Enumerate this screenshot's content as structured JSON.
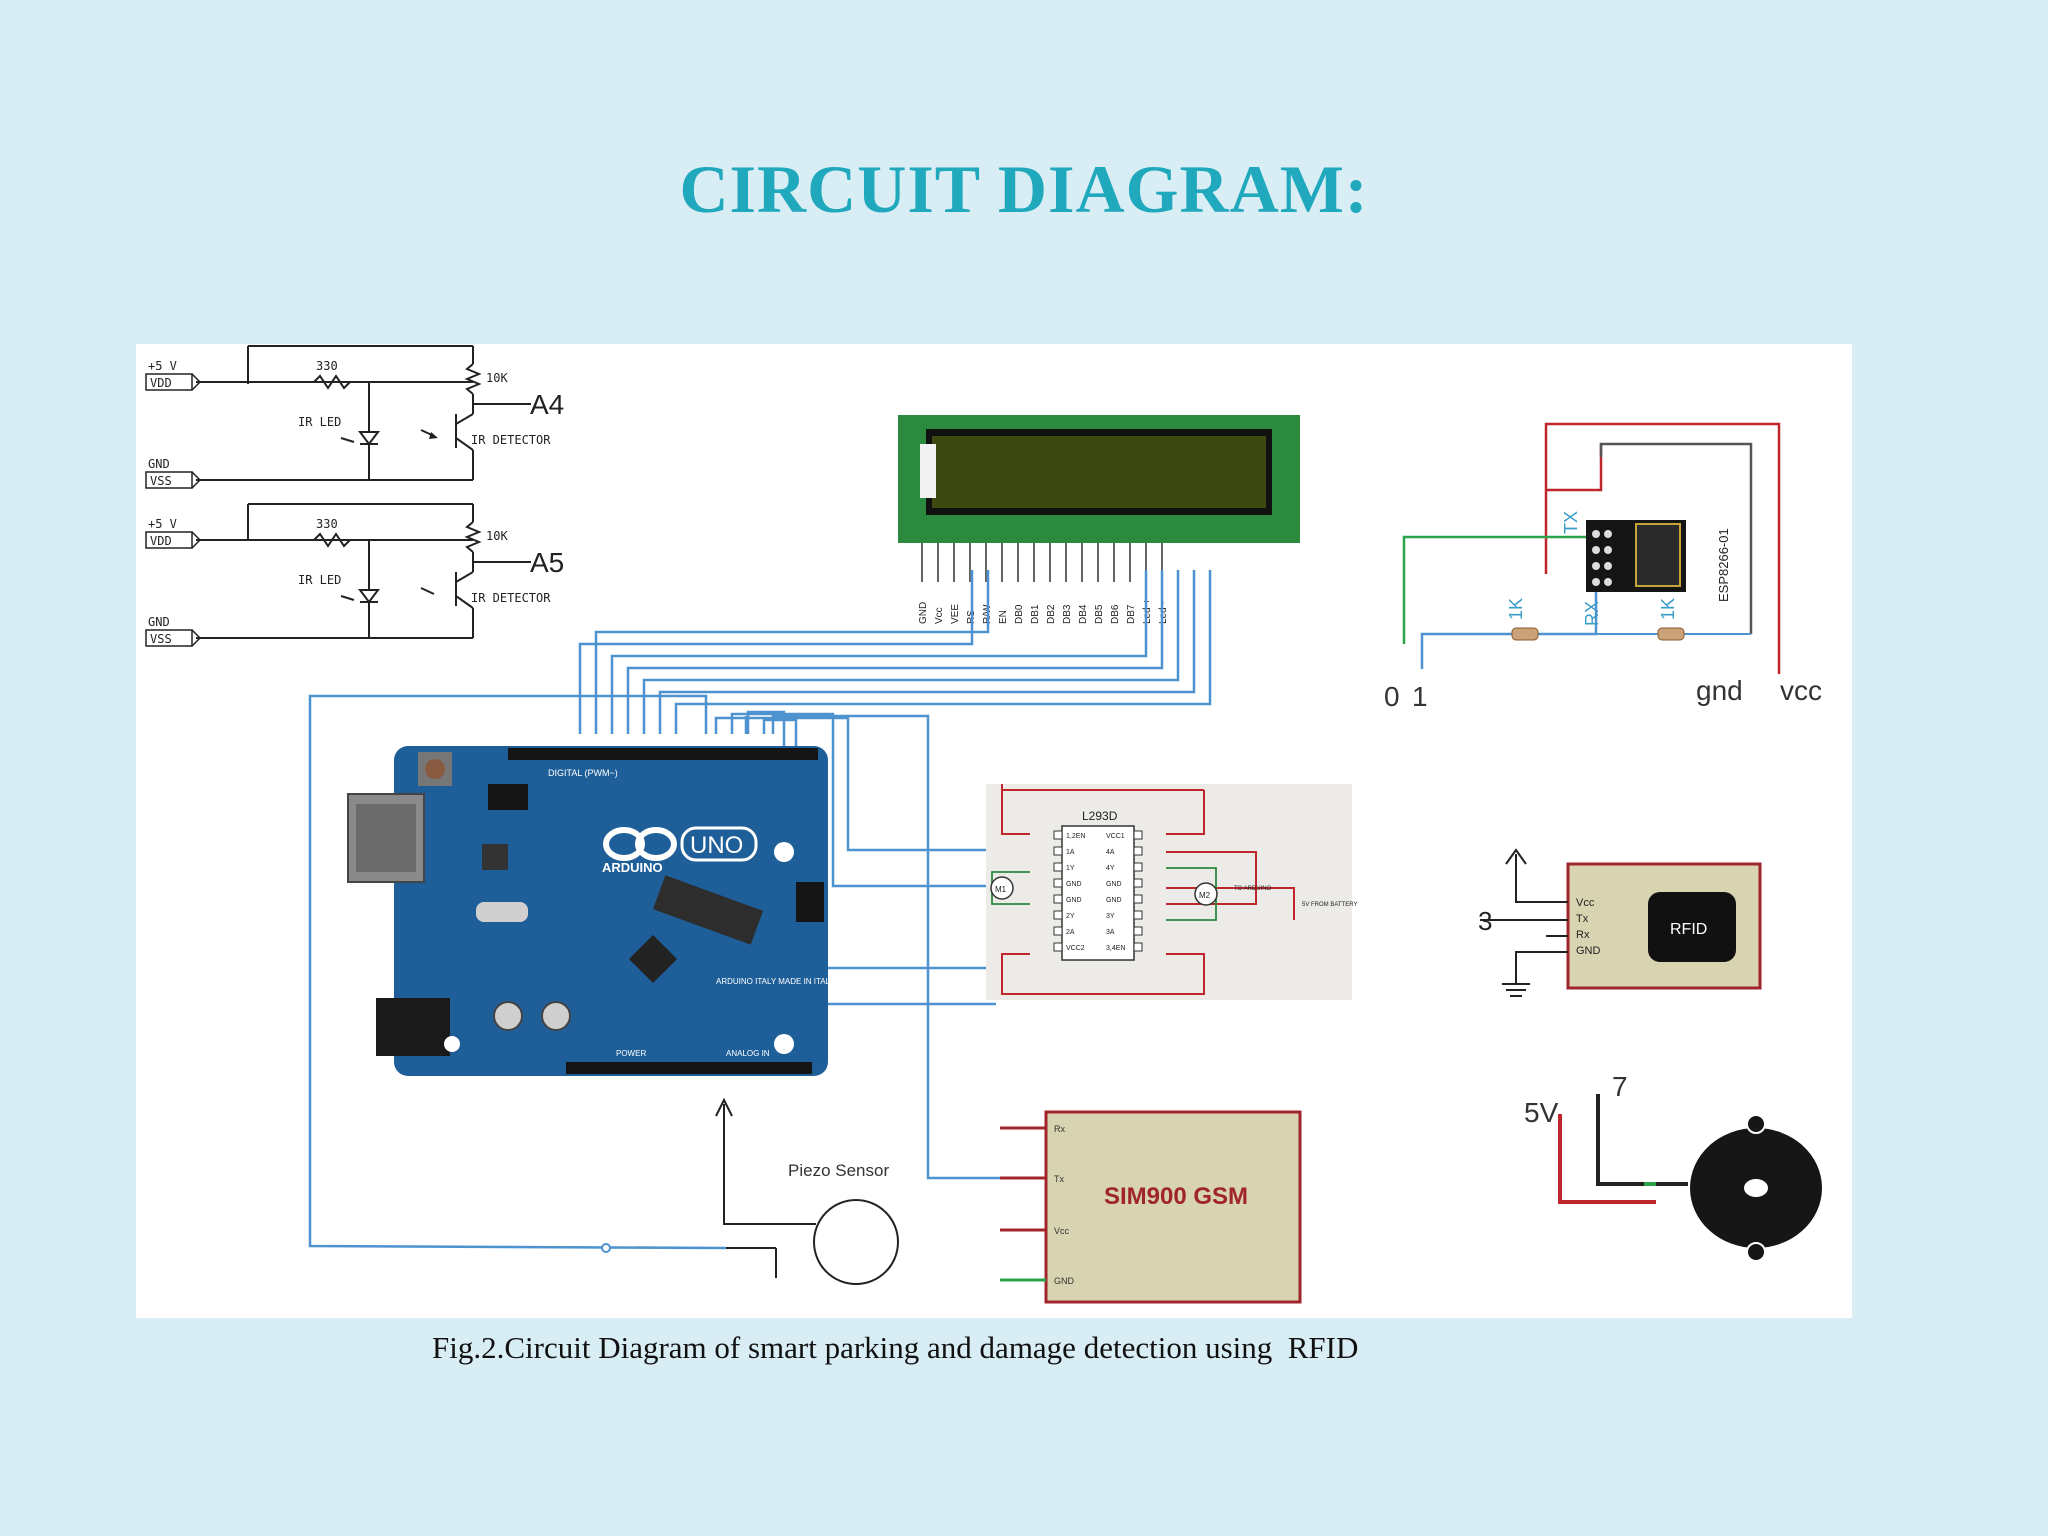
{
  "title": "CIRCUIT DIAGRAM:",
  "caption": "Fig.2.Circuit Diagram of smart parking and damage detection using  RFID",
  "colors": {
    "background": "#d9edf5",
    "title": "#20a8bd",
    "wire_blue": "#4d93cf",
    "wire_red": "#c0272d",
    "wire_green": "#2aa34a",
    "arduino_blue": "#1f5f99",
    "lcd_green": "#2b8a3e",
    "lcd_screen": "#3c4a12",
    "module_fill": "#d8d3b0",
    "module_border": "#a0252a"
  },
  "ir_sensors": [
    {
      "vdd_top": "+5 V",
      "vdd_label": "VDD",
      "resistor": "330",
      "resistor2": "10K",
      "led_label": "IR LED",
      "detector_label": "IR DETECTOR",
      "gnd_top": "GND",
      "vss_label": "VSS",
      "pin": "A4"
    },
    {
      "vdd_top": "+5 V",
      "vdd_label": "VDD",
      "resistor": "330",
      "resistor2": "10K",
      "led_label": "IR LED",
      "detector_label": "IR DETECTOR",
      "gnd_top": "GND",
      "vss_label": "VSS",
      "pin": "A5"
    }
  ],
  "lcd": {
    "pins": [
      "GND",
      "Vcc",
      "VEE",
      "RS",
      "R/W",
      "EN",
      "DB0",
      "DB1",
      "DB2",
      "DB3",
      "DB4",
      "DB5",
      "DB6",
      "DB7",
      "Led +",
      "Led -"
    ]
  },
  "esp8266": {
    "tx_label": "TX",
    "rx_label": "RX",
    "resistor_left": "1K",
    "resistor_right": "1K",
    "chip_label": "ESP8266-01",
    "pin0": "0",
    "pin1": "1",
    "gnd": "gnd",
    "vcc": "vcc"
  },
  "arduino": {
    "brand": "ARDUINO",
    "model": "UNO",
    "made_in": "ARDUINO ITALY MADE IN ITALY",
    "digital_label": "DIGITAL (PWM~)",
    "power_label": "POWER",
    "analog_label": "ANALOG IN"
  },
  "l293d": {
    "title": "L293D",
    "left_pins": [
      "1,2EN",
      "1A",
      "1Y",
      "GND",
      "GND",
      "2Y",
      "2A",
      "VCC2"
    ],
    "right_pins": [
      "VCC1",
      "4A",
      "4Y",
      "GND",
      "GND",
      "3Y",
      "3A",
      "3,4EN"
    ],
    "motor_left": "M1",
    "motor_right": "M2",
    "to_arduino": "TO ARDUINO",
    "battery": "5V FROM BATTERY"
  },
  "rfid": {
    "label": "RFID",
    "pins": [
      "Vcc",
      "Tx",
      "Rx",
      "GND"
    ],
    "pin_number": "3"
  },
  "piezo": {
    "label": "Piezo Sensor"
  },
  "gsm": {
    "label": "SIM900 GSM",
    "pins": [
      "Rx",
      "Tx",
      "Vcc",
      "GND"
    ]
  },
  "buzzer": {
    "label_5v": "5V",
    "label_pin": "7"
  }
}
